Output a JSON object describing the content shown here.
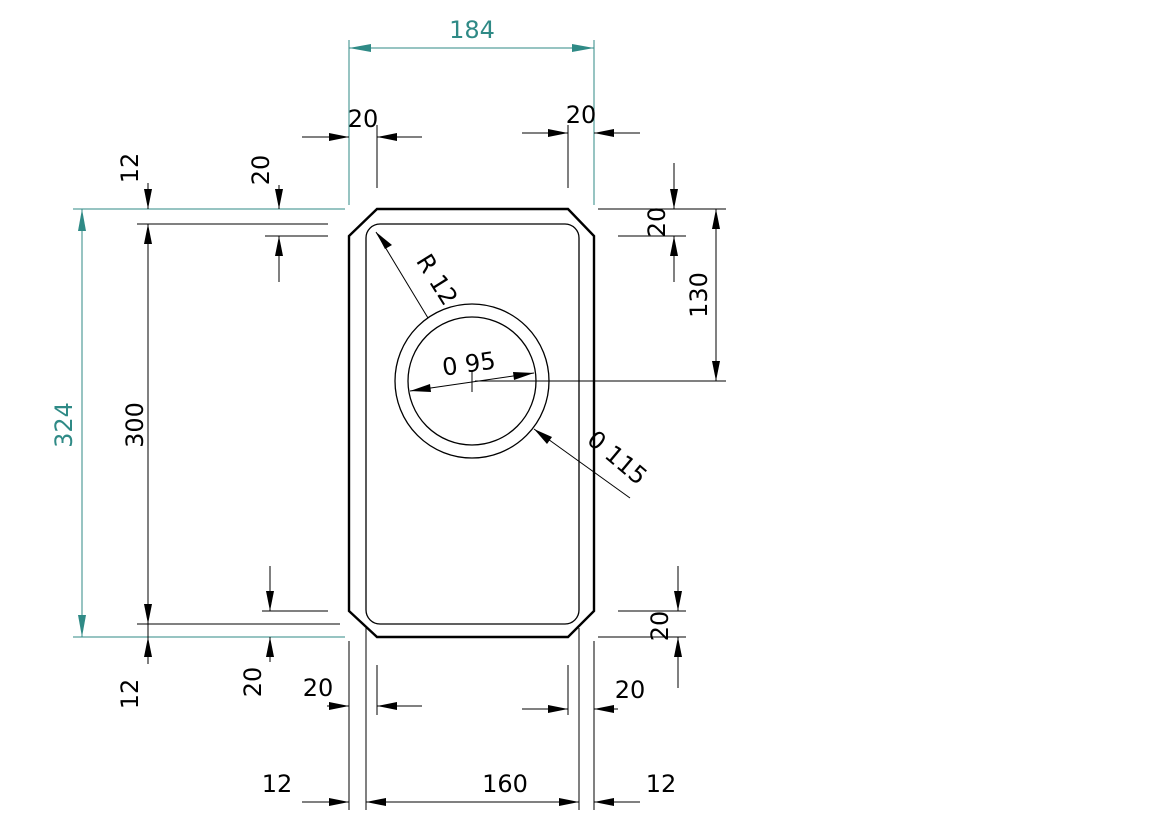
{
  "colors": {
    "line": "#000000",
    "accent": "#2f8a86",
    "background": "#ffffff"
  },
  "dimensions": {
    "overall_width": "184",
    "overall_height": "324",
    "inner_height": "300",
    "inner_width": "160",
    "rim_left": "12",
    "rim_right": "12",
    "rim_top": "12",
    "rim_bottom": "12",
    "chamfer_top_left": "20",
    "chamfer_top_right": "20",
    "chamfer_bottom_left": "20",
    "chamfer_bottom_right": "20",
    "chamfer_left_top": "20",
    "chamfer_left_bottom": "20",
    "chamfer_right_top": "20",
    "chamfer_right_bottom": "20",
    "drain_offset": "130",
    "corner_radius": "R 12",
    "drain_inner_diameter": "0  95",
    "drain_outer_diameter": "0  115"
  }
}
